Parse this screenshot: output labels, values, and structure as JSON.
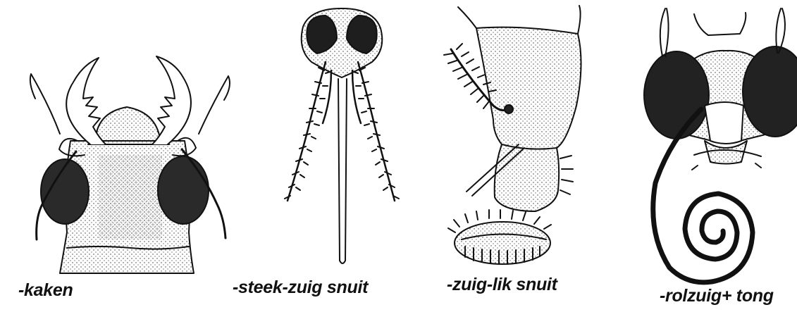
{
  "panels": [
    {
      "id": "jaws",
      "icon": "chewing-mouthparts-icon",
      "caption": "-kaken"
    },
    {
      "id": "piercing",
      "icon": "piercing-sucking-proboscis-icon",
      "caption": "-steek-zuig snuit"
    },
    {
      "id": "sponging",
      "icon": "sponging-proboscis-icon",
      "caption": "-zuig-lik snuit"
    },
    {
      "id": "siphoning",
      "icon": "coiled-proboscis-icon",
      "caption": "-rolzuig+ tong"
    }
  ],
  "colors": {
    "ink": "#111111",
    "eye": "#2a2a2a",
    "paper": "#ffffff"
  }
}
